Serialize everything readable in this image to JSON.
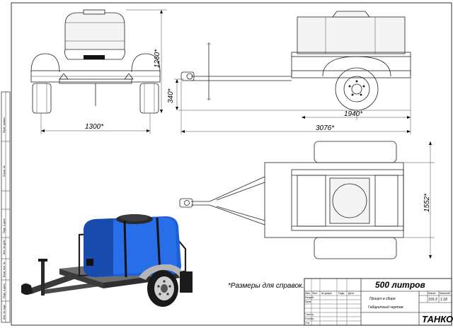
{
  "dimensions": {
    "track_width": "1300*",
    "overall_height": "1260*",
    "hitch_height": "340*",
    "axle_to_rear": "1940*",
    "overall_length": "3076*",
    "overall_width": "1552*"
  },
  "note": "*Размеры для справок.",
  "title_block": {
    "title": "500 литров",
    "subtitle": "Прицеп в сборе",
    "drawing_type": "Габаритный чертеж",
    "company": "ТАНКО",
    "col_mass": "Масса",
    "col_scale": "Масштаб",
    "mass_value": "155.3",
    "scale_value": "1:18",
    "row_headers": [
      "Изм.",
      "Лист",
      "№ докум.",
      "Подп.",
      "Дата"
    ],
    "role_labels": [
      "Разраб.",
      "Пров.",
      "Т.контр.",
      "Н.контр.",
      "Утв."
    ]
  },
  "side_frame_labels": [
    "Перв. примен.",
    "Справ. №",
    "Подп. и дата",
    "Инв. № дубл.",
    "Взам. инв. №",
    "Подп. и дата",
    "Инв. № подл."
  ],
  "colors": {
    "tank": "#1f5fd6",
    "frame": "#2a2a2a",
    "drawing_line": "#222222",
    "paper": "#ffffff"
  }
}
